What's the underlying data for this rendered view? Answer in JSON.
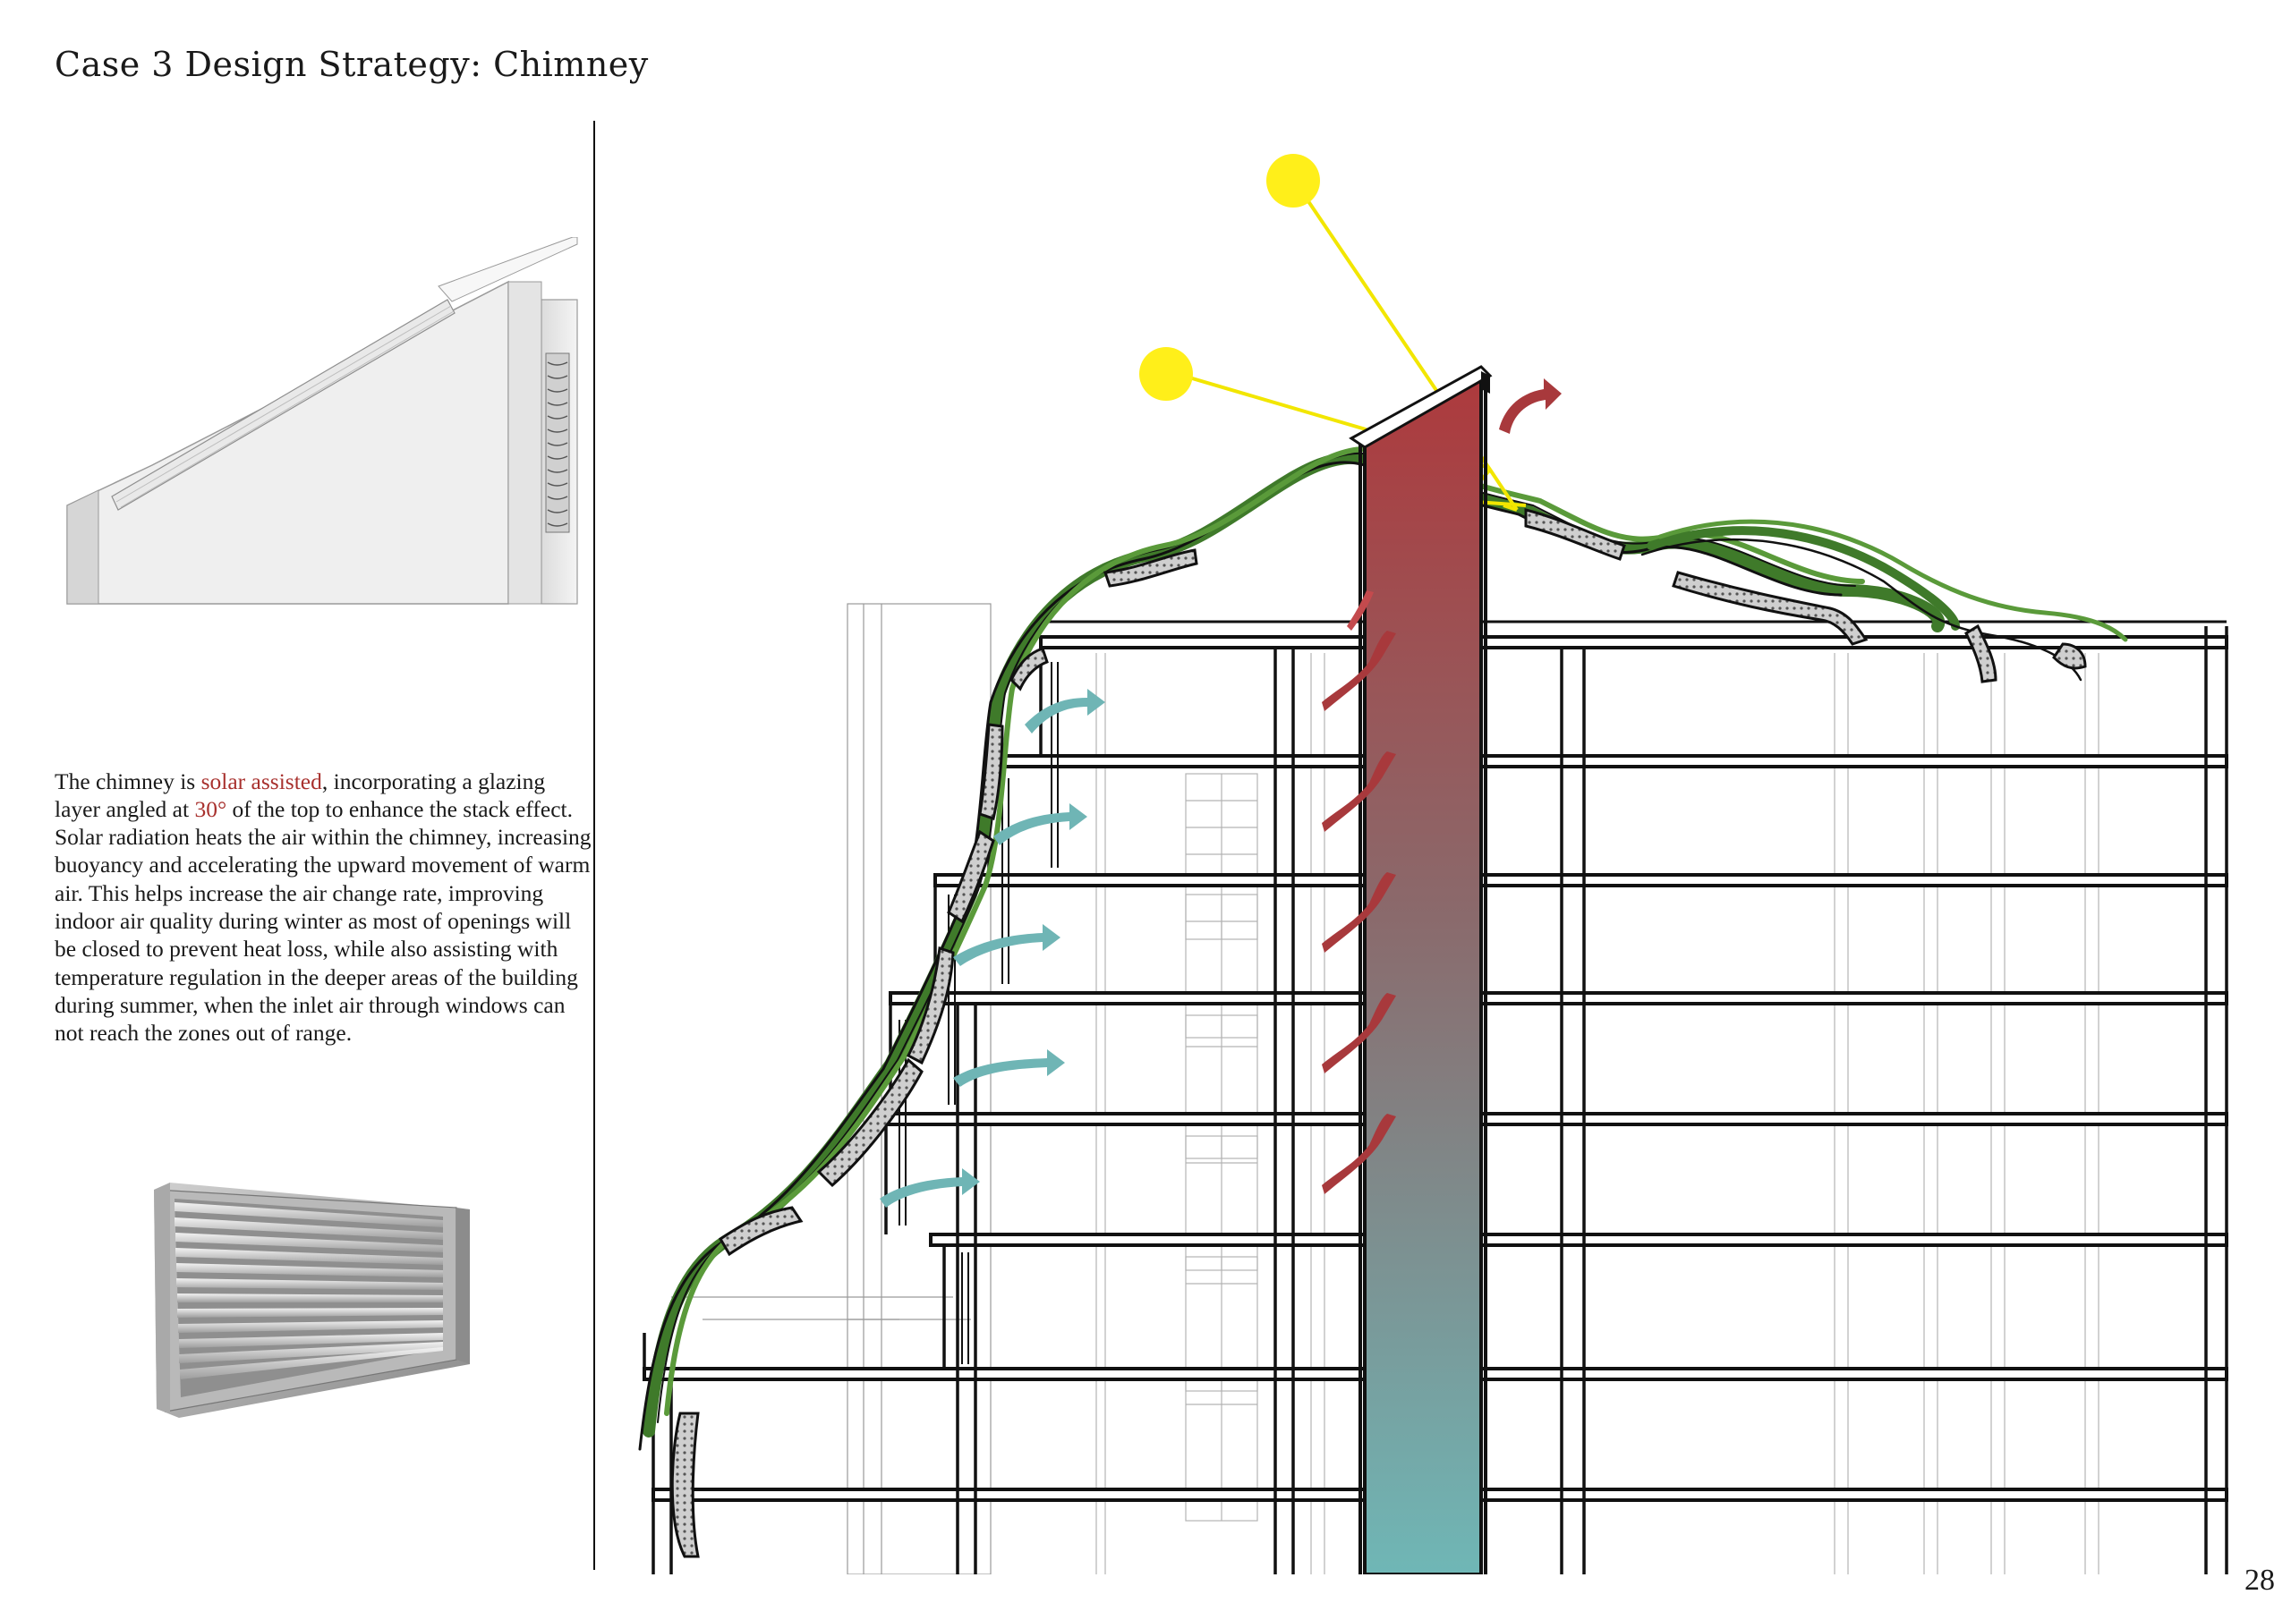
{
  "page": {
    "title": "Case 3 Design Strategy: Chimney",
    "page_number": "28"
  },
  "description": {
    "part1": "The chimney is ",
    "highlight1": "solar assisted",
    "part2": ", incorporating a glazing layer angled at ",
    "highlight2": "30°",
    "part3": " of the top to enhance the stack effect. Solar radiation heats the air within the chimney, increasing buoyancy and accelerating the upward movement of warm air. This helps increase the air change rate, improving indoor air quality during winter as most of openings will be closed to prevent heat loss, while also assisting with temperature regulation in the deeper areas of the building during summer, when the inlet air through windows can not reach the zones out of range."
  },
  "colors": {
    "highlight": "#a8312e",
    "sun": "#ffef1a",
    "sun_ray": "#f2e600",
    "warm_air": "#a8393c",
    "cool_air": "#6fb5b5",
    "chimney_top": "#ad3a3d",
    "chimney_bottom": "#6fb7b6",
    "vegetation": "#3f7a2a"
  },
  "icons": {
    "sun": "sun-icon",
    "warm_airflow": "warm-air-arrow-icon",
    "cool_airflow": "cool-air-arrow-icon"
  }
}
